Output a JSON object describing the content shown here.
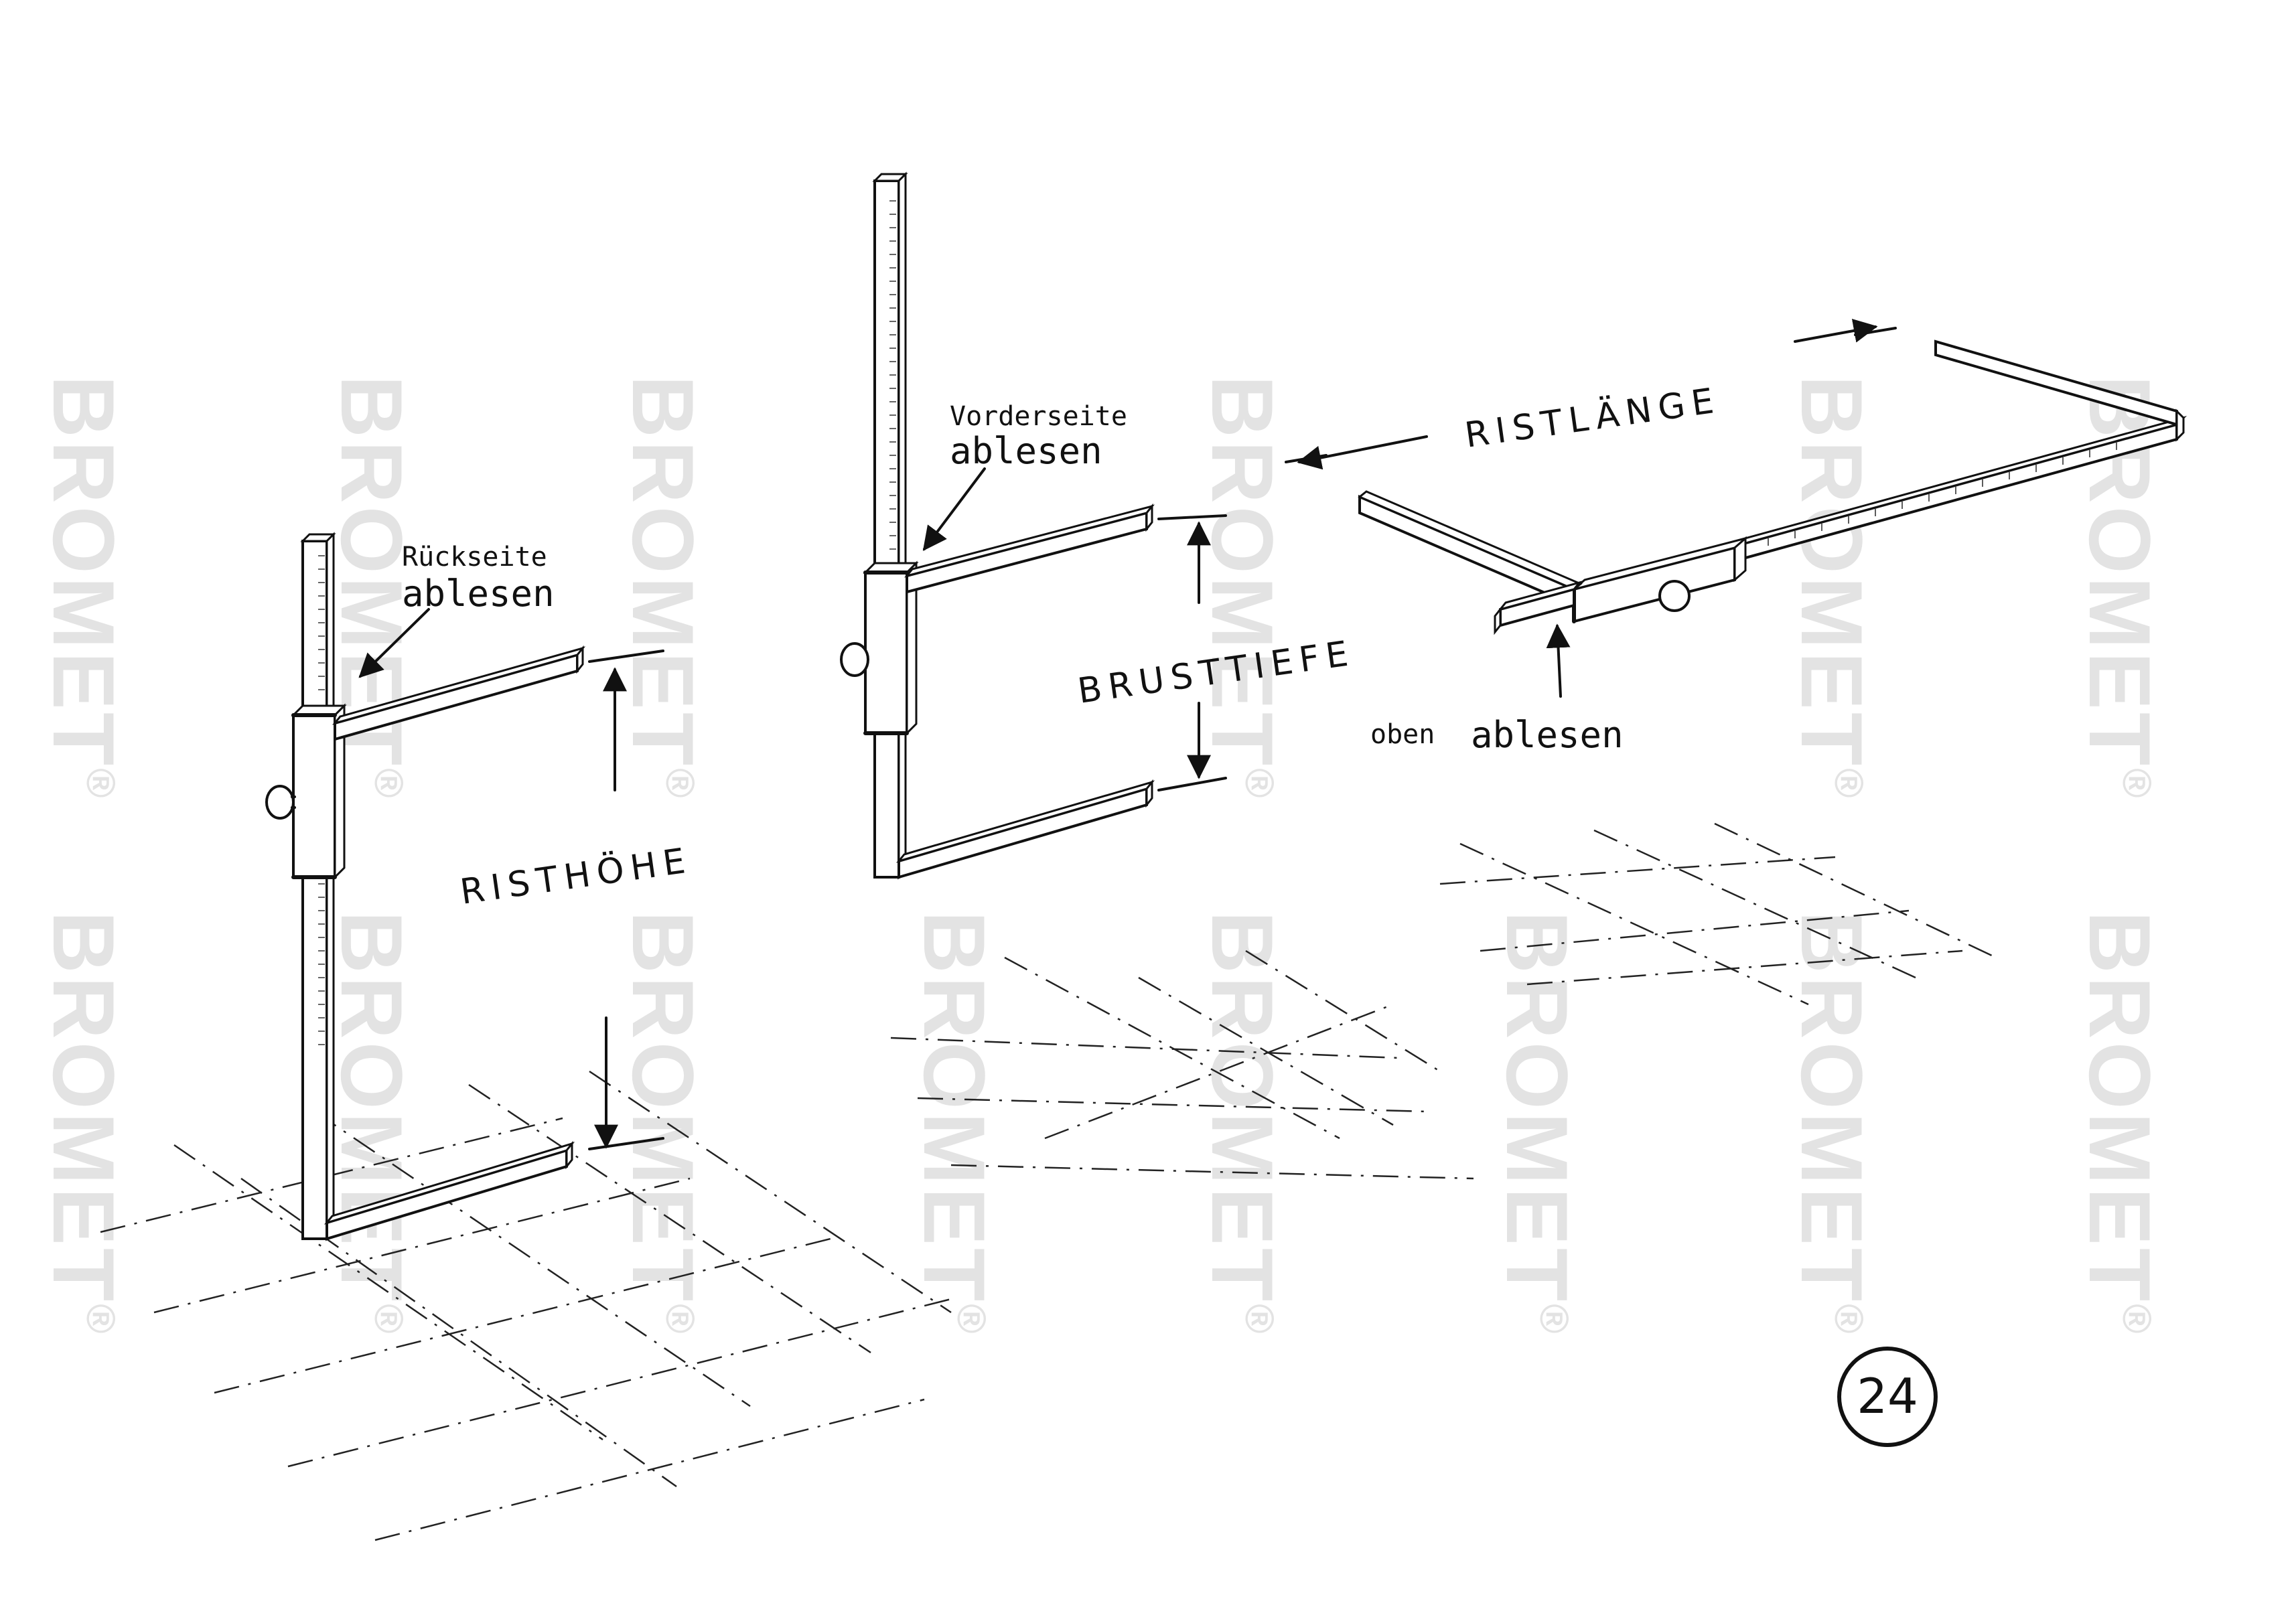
{
  "watermark": {
    "text": "BROMET",
    "mark": "®",
    "color": "#e3e3e3"
  },
  "instrument_left": {
    "read_label_small": "Rückseite",
    "read_label_big": "ablesen",
    "measure_label": "RISTHÖHE"
  },
  "instrument_middle": {
    "read_label_small": "Vorderseite",
    "read_label_big": "ablesen",
    "measure_label": "BRUSTTIEFE"
  },
  "instrument_right": {
    "read_label_small": "oben",
    "read_label_big": "ablesen",
    "measure_label": "RISTLÄNGE"
  },
  "page_number": "24",
  "colors": {
    "ink": "#111111",
    "paper": "#ffffff"
  }
}
